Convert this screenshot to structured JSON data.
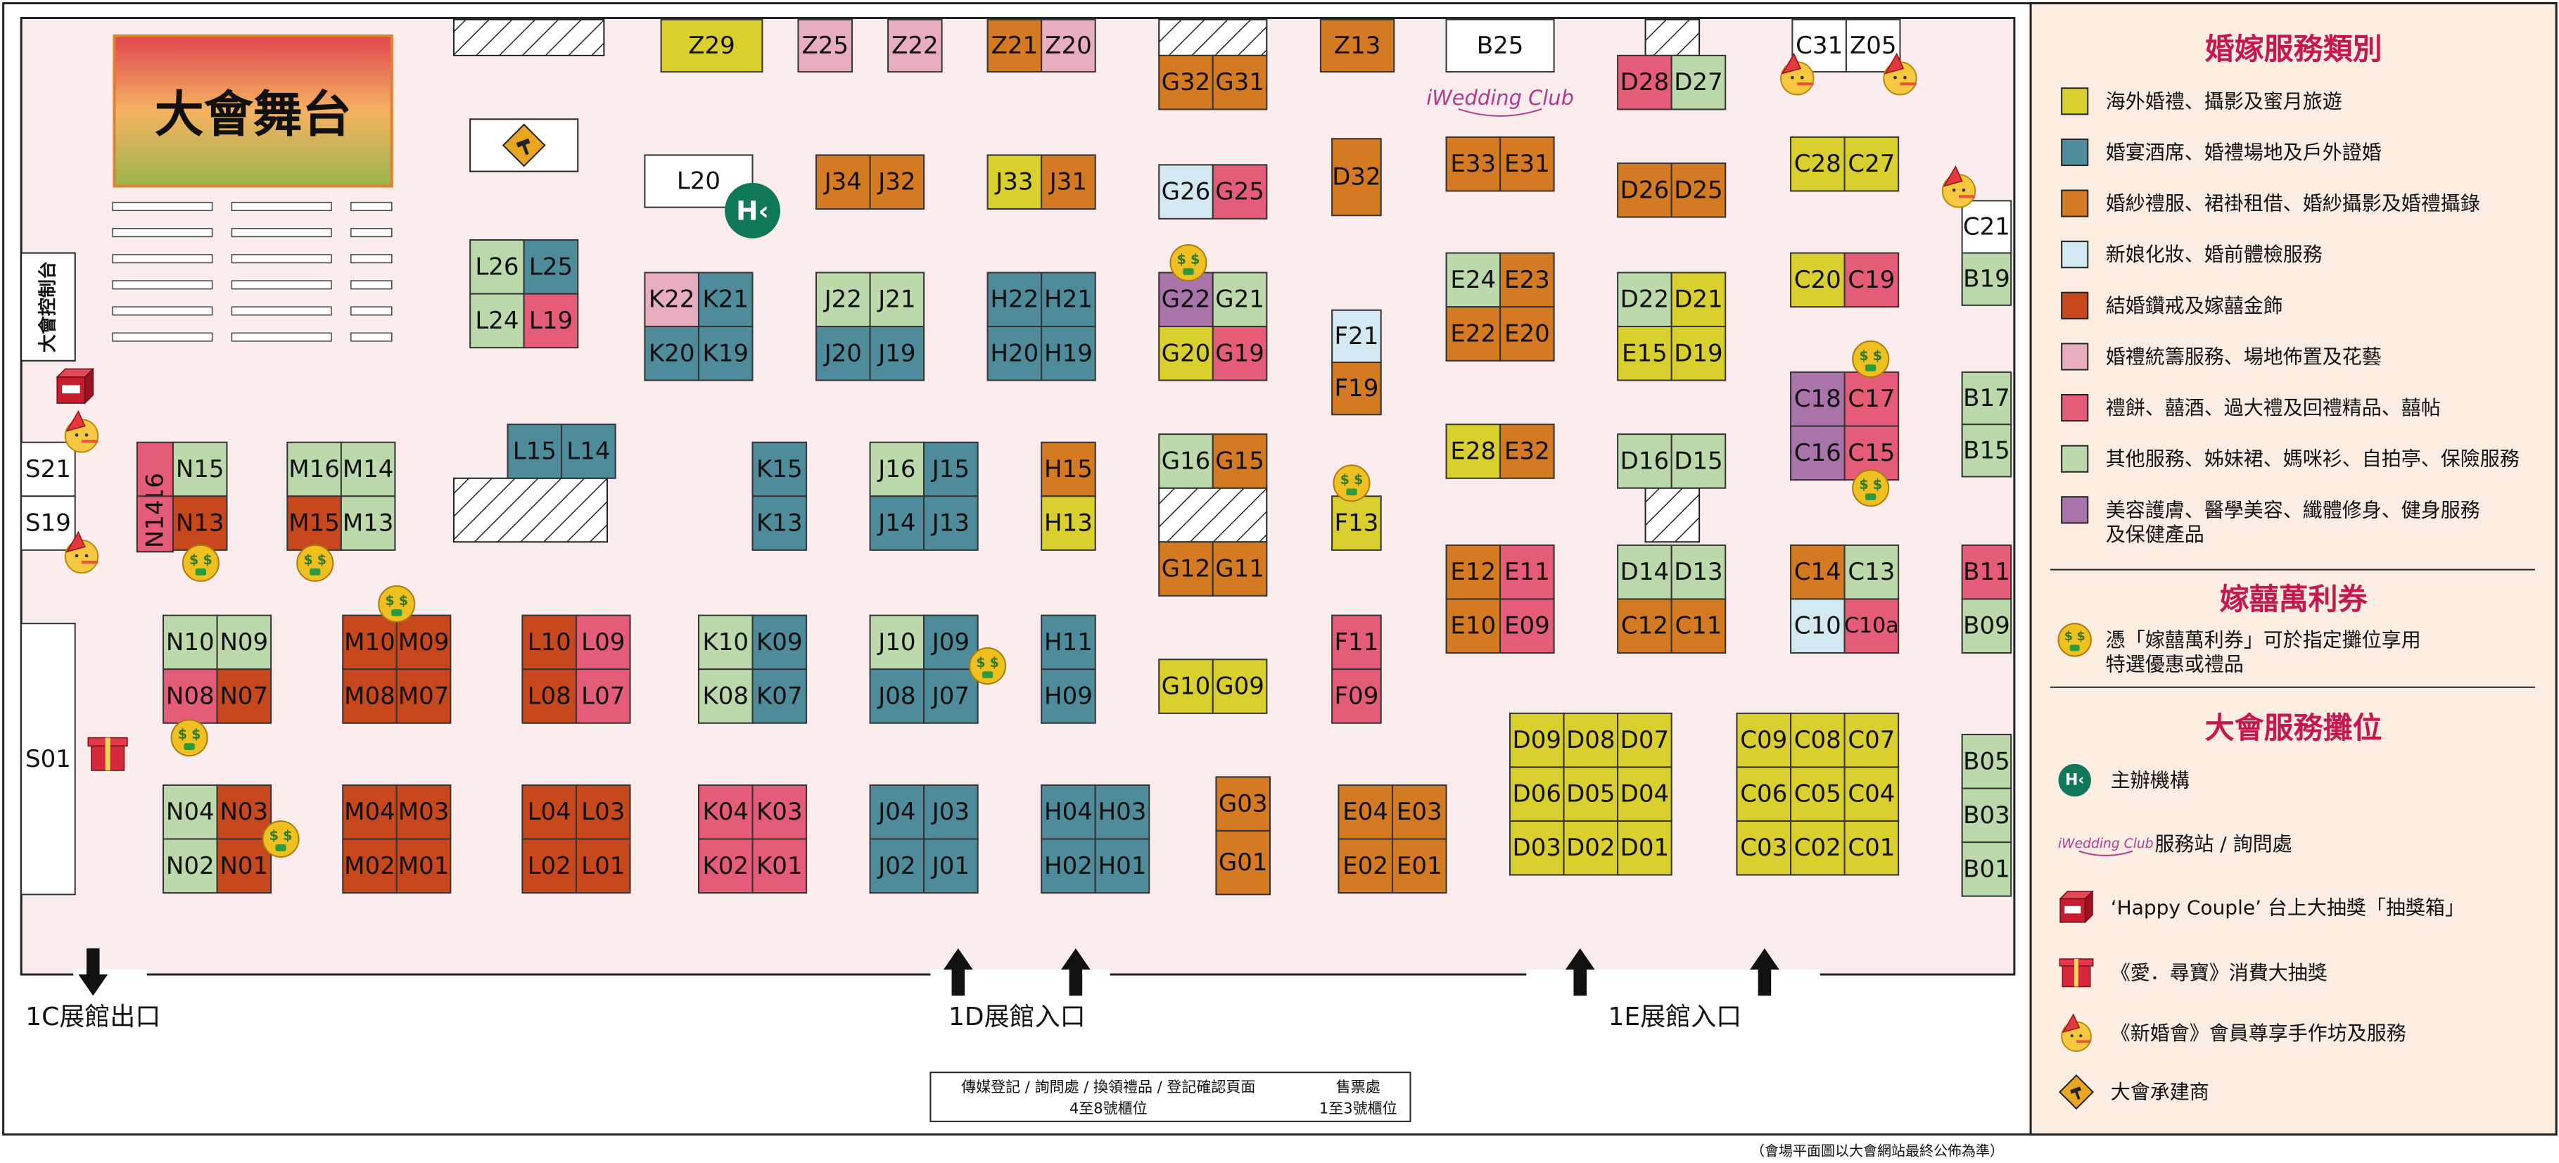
{
  "colors": {
    "yellow": "#d9cf2e",
    "teal": "#4f8c9b",
    "orange": "#d37a22",
    "lightblue": "#d3e9f2",
    "red": "#c8481e",
    "pink": "#e9adc0",
    "rose": "#e45c78",
    "green": "#bcd9ac",
    "purple": "#a874a9",
    "white": "#ffffff",
    "hall_bg": "#faecec",
    "legend_bg": "#fcede3",
    "legend_title": "#c4184f",
    "hk_green": "#10775a",
    "coupon_gold": "#f0c020"
  },
  "stage_label": "大會舞台",
  "control_label": "大會控制台",
  "exits": [
    {
      "label": "1C展館出口",
      "direction": "down"
    },
    {
      "label": "1D展館入口",
      "direction": "up"
    },
    {
      "label": "1E展館入口",
      "direction": "up"
    }
  ],
  "info_box": {
    "col1_line1": "傳媒登記 / 詢問處 / 換領禮品 / 登記確認頁面",
    "col1_line2": "4至8號櫃位",
    "col2_line1": "售票處",
    "col2_line2": "1至3號櫃位"
  },
  "disclaimer": "（會場平面圖以大會網站最終公佈為準）",
  "legend": {
    "categories_title": "婚嫁服務類別",
    "categories": [
      {
        "color": "yellow",
        "label": "海外婚禮、攝影及蜜月旅遊"
      },
      {
        "color": "teal",
        "label": "婚宴酒席、婚禮場地及戶外證婚"
      },
      {
        "color": "orange",
        "label": "婚紗禮服、裙褂租借、婚紗攝影及婚禮攝錄"
      },
      {
        "color": "lightblue",
        "label": "新娘化妝、婚前體檢服務"
      },
      {
        "color": "red",
        "label": "結婚鑽戒及嫁囍金飾"
      },
      {
        "color": "pink",
        "label": "婚禮統籌服務、場地佈置及花藝"
      },
      {
        "color": "rose",
        "label": "禮餅、囍酒、過大禮及回禮精品、囍帖"
      },
      {
        "color": "green",
        "label": "其他服務、姊妹裙、媽咪衫、自拍亭、保險服務"
      },
      {
        "color": "purple",
        "label": "美容護膚、醫學美容、纖體修身、健身服務",
        "label2": "及保健產品"
      }
    ],
    "coupon_title": "嫁囍萬利券",
    "coupon_text1": "憑「嫁囍萬利券」可於指定攤位享用",
    "coupon_text2": "特選優惠或禮品",
    "services_title": "大會服務攤位",
    "services": [
      {
        "icon": "hk-logo-icon",
        "label": "主辦機構"
      },
      {
        "icon": "weddingclub-logo-icon",
        "label": "服務站 / 詢問處"
      },
      {
        "icon": "lucky-box-icon",
        "label": "‘Happy Couple’ 台上大抽獎「抽獎箱」"
      },
      {
        "icon": "gift-icon",
        "label": "《愛．尋寶》消費大抽獎"
      },
      {
        "icon": "party-emoji-icon",
        "label": "《新婚會》會員尊享手作坊及服務"
      },
      {
        "icon": "contractor-icon",
        "label": "大會承建商"
      }
    ]
  },
  "booths": [
    [
      "Z29",
      "yellow"
    ],
    [
      "Z25",
      "pink"
    ],
    [
      "Z22",
      "pink"
    ],
    [
      "Z21",
      "orange"
    ],
    [
      "Z20",
      "pink"
    ],
    [
      "Z13",
      "orange"
    ],
    [
      "B25",
      "white"
    ],
    [
      "C31",
      "white"
    ],
    [
      "Z05",
      "white"
    ],
    [
      "L20",
      "white"
    ],
    [
      "G32",
      "orange"
    ],
    [
      "G31",
      "orange"
    ],
    [
      "D28",
      "rose"
    ],
    [
      "D27",
      "green"
    ],
    [
      "C28",
      "yellow"
    ],
    [
      "C27",
      "yellow"
    ],
    [
      "J34",
      "orange"
    ],
    [
      "J32",
      "orange"
    ],
    [
      "J33",
      "yellow"
    ],
    [
      "J31",
      "orange"
    ],
    [
      "G26",
      "lightblue"
    ],
    [
      "G25",
      "rose"
    ],
    [
      "D32",
      "orange"
    ],
    [
      "E33",
      "orange"
    ],
    [
      "E31",
      "orange"
    ],
    [
      "D26",
      "orange"
    ],
    [
      "D25",
      "orange"
    ],
    [
      "C21",
      "white"
    ],
    [
      "L26",
      "green"
    ],
    [
      "L25",
      "teal"
    ],
    [
      "L24",
      "green"
    ],
    [
      "L19",
      "rose"
    ],
    [
      "K22",
      "pink"
    ],
    [
      "K21",
      "teal"
    ],
    [
      "K20",
      "teal"
    ],
    [
      "K19",
      "teal"
    ],
    [
      "J22",
      "green"
    ],
    [
      "J21",
      "green"
    ],
    [
      "J20",
      "teal"
    ],
    [
      "J19",
      "teal"
    ],
    [
      "H22",
      "teal"
    ],
    [
      "H21",
      "teal"
    ],
    [
      "H20",
      "teal"
    ],
    [
      "H19",
      "teal"
    ],
    [
      "G22",
      "purple"
    ],
    [
      "G21",
      "green"
    ],
    [
      "G20",
      "yellow"
    ],
    [
      "G19",
      "rose"
    ],
    [
      "F21",
      "lightblue"
    ],
    [
      "F19",
      "orange"
    ],
    [
      "E24",
      "green"
    ],
    [
      "E23",
      "orange"
    ],
    [
      "E22",
      "orange"
    ],
    [
      "E20",
      "orange"
    ],
    [
      "D22",
      "green"
    ],
    [
      "D21",
      "yellow"
    ],
    [
      "E15",
      "yellow"
    ],
    [
      "D19",
      "yellow"
    ],
    [
      "C20",
      "yellow"
    ],
    [
      "C19",
      "rose"
    ],
    [
      "B19",
      "green"
    ],
    [
      "C18",
      "purple"
    ],
    [
      "C17",
      "rose"
    ],
    [
      "C16",
      "purple"
    ],
    [
      "C15",
      "rose"
    ],
    [
      "B17",
      "green"
    ],
    [
      "B15",
      "green"
    ],
    [
      "L15",
      "teal"
    ],
    [
      "L14",
      "teal"
    ],
    [
      "N16",
      "rose"
    ],
    [
      "N15",
      "green"
    ],
    [
      "N14",
      "rose"
    ],
    [
      "N13",
      "red"
    ],
    [
      "M16",
      "green"
    ],
    [
      "M14",
      "green"
    ],
    [
      "M15",
      "red"
    ],
    [
      "M13",
      "green"
    ],
    [
      "K15",
      "teal"
    ],
    [
      "K13",
      "teal"
    ],
    [
      "J16",
      "green"
    ],
    [
      "J15",
      "teal"
    ],
    [
      "J14",
      "teal"
    ],
    [
      "J13",
      "teal"
    ],
    [
      "H15",
      "orange"
    ],
    [
      "H13",
      "yellow"
    ],
    [
      "G16",
      "green"
    ],
    [
      "G15",
      "orange"
    ],
    [
      "G12",
      "orange"
    ],
    [
      "G11",
      "orange"
    ],
    [
      "E28",
      "yellow"
    ],
    [
      "E32",
      "orange"
    ],
    [
      "D16",
      "green"
    ],
    [
      "D15",
      "green"
    ],
    [
      "F13",
      "yellow"
    ],
    [
      "S21",
      "white"
    ],
    [
      "S19",
      "white"
    ],
    [
      "E12",
      "orange"
    ],
    [
      "E11",
      "rose"
    ],
    [
      "E10",
      "orange"
    ],
    [
      "E09",
      "rose"
    ],
    [
      "D14",
      "green"
    ],
    [
      "D13",
      "green"
    ],
    [
      "C12",
      "orange"
    ],
    [
      "C11",
      "orange"
    ],
    [
      "C14",
      "orange"
    ],
    [
      "C13",
      "green"
    ],
    [
      "C10",
      "lightblue"
    ],
    [
      "C10a",
      "rose"
    ],
    [
      "B11",
      "rose"
    ],
    [
      "B09",
      "green"
    ],
    [
      "N10",
      "green"
    ],
    [
      "N09",
      "green"
    ],
    [
      "N08",
      "rose"
    ],
    [
      "N07",
      "red"
    ],
    [
      "M10",
      "red"
    ],
    [
      "M09",
      "red"
    ],
    [
      "M08",
      "red"
    ],
    [
      "M07",
      "red"
    ],
    [
      "L10",
      "red"
    ],
    [
      "L09",
      "rose"
    ],
    [
      "L08",
      "red"
    ],
    [
      "L07",
      "rose"
    ],
    [
      "K10",
      "green"
    ],
    [
      "K09",
      "teal"
    ],
    [
      "K08",
      "green"
    ],
    [
      "K07",
      "teal"
    ],
    [
      "J10",
      "green"
    ],
    [
      "J09",
      "teal"
    ],
    [
      "J08",
      "teal"
    ],
    [
      "J07",
      "teal"
    ],
    [
      "H11",
      "teal"
    ],
    [
      "H09",
      "teal"
    ],
    [
      "G10",
      "yellow"
    ],
    [
      "G09",
      "yellow"
    ],
    [
      "F11",
      "rose"
    ],
    [
      "F09",
      "rose"
    ],
    [
      "D09",
      "yellow"
    ],
    [
      "D08",
      "yellow"
    ],
    [
      "D07",
      "yellow"
    ],
    [
      "D06",
      "yellow"
    ],
    [
      "D05",
      "yellow"
    ],
    [
      "D04",
      "yellow"
    ],
    [
      "D03",
      "yellow"
    ],
    [
      "D02",
      "yellow"
    ],
    [
      "D01",
      "yellow"
    ],
    [
      "C09",
      "yellow"
    ],
    [
      "C08",
      "yellow"
    ],
    [
      "C07",
      "yellow"
    ],
    [
      "C06",
      "yellow"
    ],
    [
      "C05",
      "yellow"
    ],
    [
      "C04",
      "yellow"
    ],
    [
      "C03",
      "yellow"
    ],
    [
      "C02",
      "yellow"
    ],
    [
      "C01",
      "yellow"
    ],
    [
      "S01",
      "white"
    ],
    [
      "N04",
      "green"
    ],
    [
      "N03",
      "red"
    ],
    [
      "N02",
      "green"
    ],
    [
      "N01",
      "red"
    ],
    [
      "M04",
      "red"
    ],
    [
      "M03",
      "red"
    ],
    [
      "M02",
      "red"
    ],
    [
      "M01",
      "red"
    ],
    [
      "L04",
      "red"
    ],
    [
      "L03",
      "red"
    ],
    [
      "L02",
      "red"
    ],
    [
      "L01",
      "red"
    ],
    [
      "K04",
      "rose"
    ],
    [
      "K03",
      "rose"
    ],
    [
      "K02",
      "rose"
    ],
    [
      "K01",
      "rose"
    ],
    [
      "J04",
      "teal"
    ],
    [
      "J03",
      "teal"
    ],
    [
      "J02",
      "teal"
    ],
    [
      "J01",
      "teal"
    ],
    [
      "H04",
      "teal"
    ],
    [
      "H03",
      "teal"
    ],
    [
      "H02",
      "teal"
    ],
    [
      "H01",
      "teal"
    ],
    [
      "G03",
      "orange"
    ],
    [
      "G01",
      "orange"
    ],
    [
      "E04",
      "orange"
    ],
    [
      "E03",
      "orange"
    ],
    [
      "E02",
      "orange"
    ],
    [
      "E01",
      "orange"
    ],
    [
      "B05",
      "green"
    ],
    [
      "B03",
      "green"
    ],
    [
      "B01",
      "green"
    ]
  ]
}
